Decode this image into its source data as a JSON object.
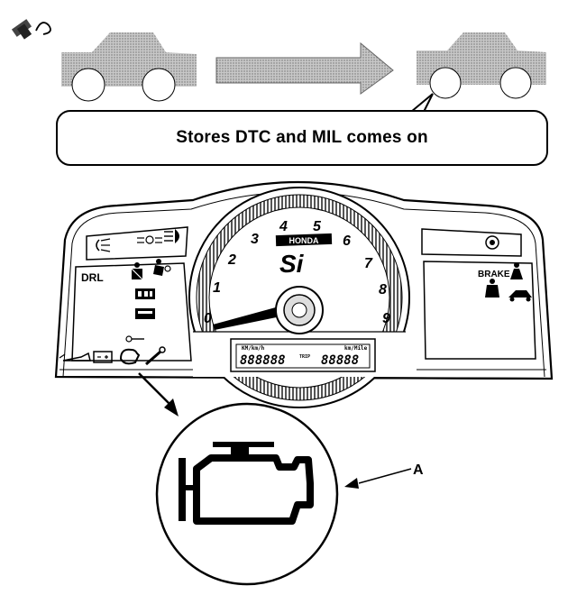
{
  "callout": {
    "text": "Stores DTC and MIL comes on"
  },
  "gauge": {
    "numbers": [
      "0",
      "1",
      "2",
      "3",
      "4",
      "5",
      "6",
      "7",
      "8",
      "9"
    ],
    "badge": "Si",
    "banner": "HONDA"
  },
  "indicators": {
    "drl": "DRL",
    "brake": "BRAKE"
  },
  "odometer": {
    "unit_left": "KM/km/h",
    "unit_right": "km/Mile",
    "readout_left": "888888",
    "readout_right": "88888",
    "trip": "TRIP"
  },
  "labels": {
    "a": "A"
  },
  "icons": [
    "ignition-key-icon",
    "car-icon",
    "arrow-right-icon",
    "fog-light-icon",
    "headlight-icon",
    "high-beam-icon",
    "oil-pressure-icon",
    "battery-icon",
    "check-engine-icon",
    "wrench-icon",
    "seatbelt-icon",
    "airbag-icon",
    "door-open-icon"
  ]
}
